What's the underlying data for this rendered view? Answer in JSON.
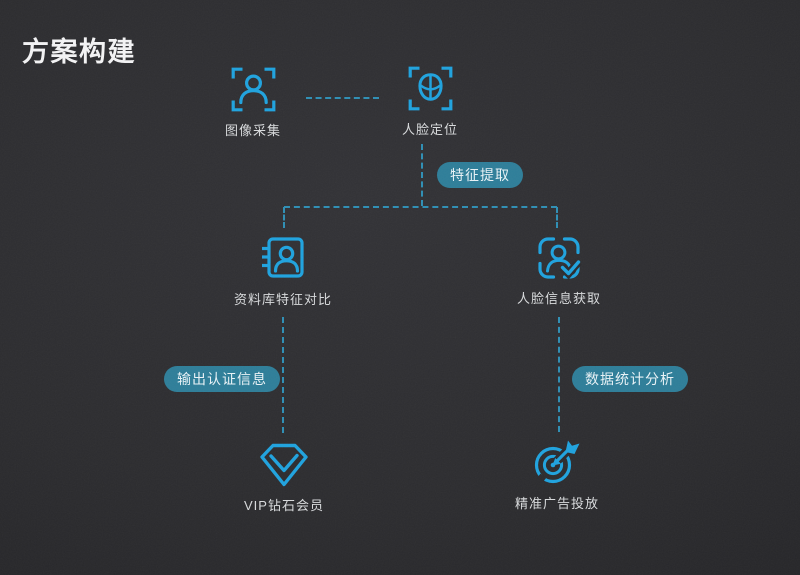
{
  "page": {
    "title": "方案构建"
  },
  "colors": {
    "icon": "#1fa3df",
    "connector": "#2e8fb5",
    "badge_bg": "#2e7e99",
    "badge_text": "#e9f3f7",
    "label": "#d9dbdd",
    "title": "#f4f4f5"
  },
  "nodes": [
    {
      "id": "image-capture",
      "label": "图像采集",
      "icon": "scan-person-icon"
    },
    {
      "id": "face-locate",
      "label": "人脸定位",
      "icon": "scan-face-icon"
    },
    {
      "id": "db-compare",
      "label": "资料库特征对比",
      "icon": "address-book-icon"
    },
    {
      "id": "face-info",
      "label": "人脸信息获取",
      "icon": "face-check-icon"
    },
    {
      "id": "vip-member",
      "label": "VIP钻石会员",
      "icon": "diamond-icon"
    },
    {
      "id": "precise-ads",
      "label": "精准广告投放",
      "icon": "target-dart-icon"
    }
  ],
  "badges": [
    {
      "id": "feature-extract",
      "label": "特征提取"
    },
    {
      "id": "output-auth",
      "label": "输出认证信息"
    },
    {
      "id": "data-stats",
      "label": "数据统计分析"
    }
  ]
}
